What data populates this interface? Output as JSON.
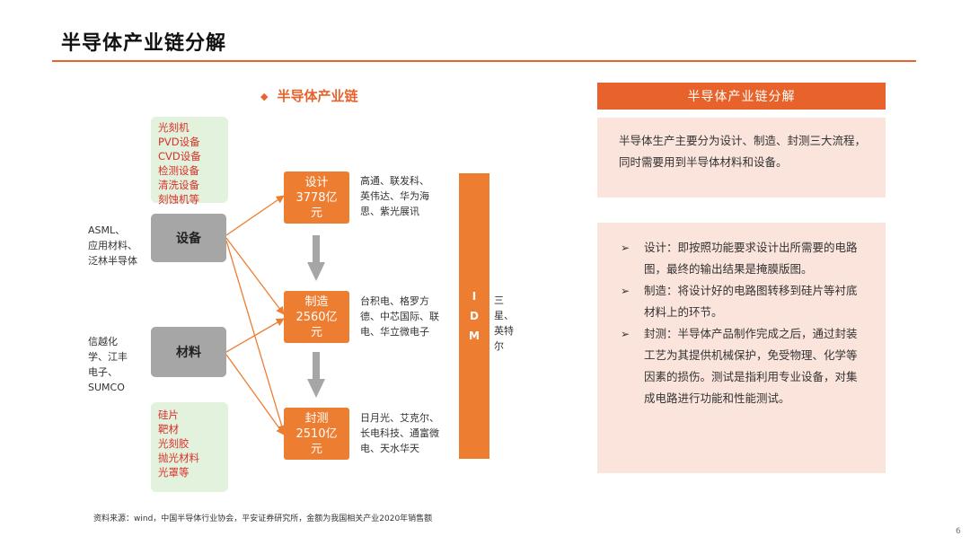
{
  "title": "半导体产业链分解",
  "chain_header": "半导体产业链",
  "chain_header_marker": "◆",
  "equipment": {
    "items": [
      "光刻机",
      "PVD设备",
      "CVD设备",
      "检测设备",
      "清洗设备",
      "刻蚀机等"
    ],
    "label": "设备",
    "vendors": [
      "ASML、",
      "应用材料、",
      "泛林半导体"
    ]
  },
  "materials": {
    "items": [
      "硅片",
      "靶材",
      "光刻胶",
      "抛光材料",
      "光罩等"
    ],
    "label": "材料",
    "vendors": [
      "信越化",
      "学、江丰",
      "电子、",
      "SUMCO"
    ]
  },
  "stages": [
    {
      "lines": [
        "设计",
        "3778亿",
        "元"
      ],
      "companies": [
        "高通、联发科、",
        "英伟达、华为海",
        "思、紫光展讯"
      ]
    },
    {
      "lines": [
        "制造",
        "2560亿",
        "元"
      ],
      "companies": [
        "台积电、格罗方",
        "德、中芯国际、联",
        "电、华立微电子"
      ]
    },
    {
      "lines": [
        "封测",
        "2510亿",
        "元"
      ],
      "companies": [
        "日月光、艾克尔、",
        "长电科技、通富微",
        "电、天水华天"
      ]
    }
  ],
  "idm": {
    "letters": [
      "I",
      "D",
      "M"
    ],
    "companies": [
      "三",
      "星、",
      "英特",
      "尔"
    ]
  },
  "panel_header": "半导体产业链分解",
  "summary": "半导体生产主要分为设计、制造、封测三大流程，同时需要用到半导体材料和设备。",
  "bullet_marker": "➢",
  "bullets": [
    "设计：即按照功能要求设计出所需要的电路图，最终的输出结果是掩膜版图。",
    "制造：将设计好的电路图转移到硅片等衬底材料上的环节。",
    "封测：半导体产品制作完成之后，通过封装工艺为其提供机械保护，免受物理、化学等因素的损伤。测试是指利用专业设备，对集成电路进行功能和性能测试。"
  ],
  "source": "资料来源：wind，中国半导体行业协会，平安证券研究所，金额为我国相关产业2020年销售额",
  "page_number": "6",
  "colors": {
    "accent": "#e8632b",
    "box_orange": "#ed7d31",
    "panel_bg": "#fbe4dc",
    "green_bg": "#e3f2dc",
    "red_text": "#d9302b",
    "gray_box": "#a6a6a6",
    "gray_arrow": "#a6a6a6"
  }
}
